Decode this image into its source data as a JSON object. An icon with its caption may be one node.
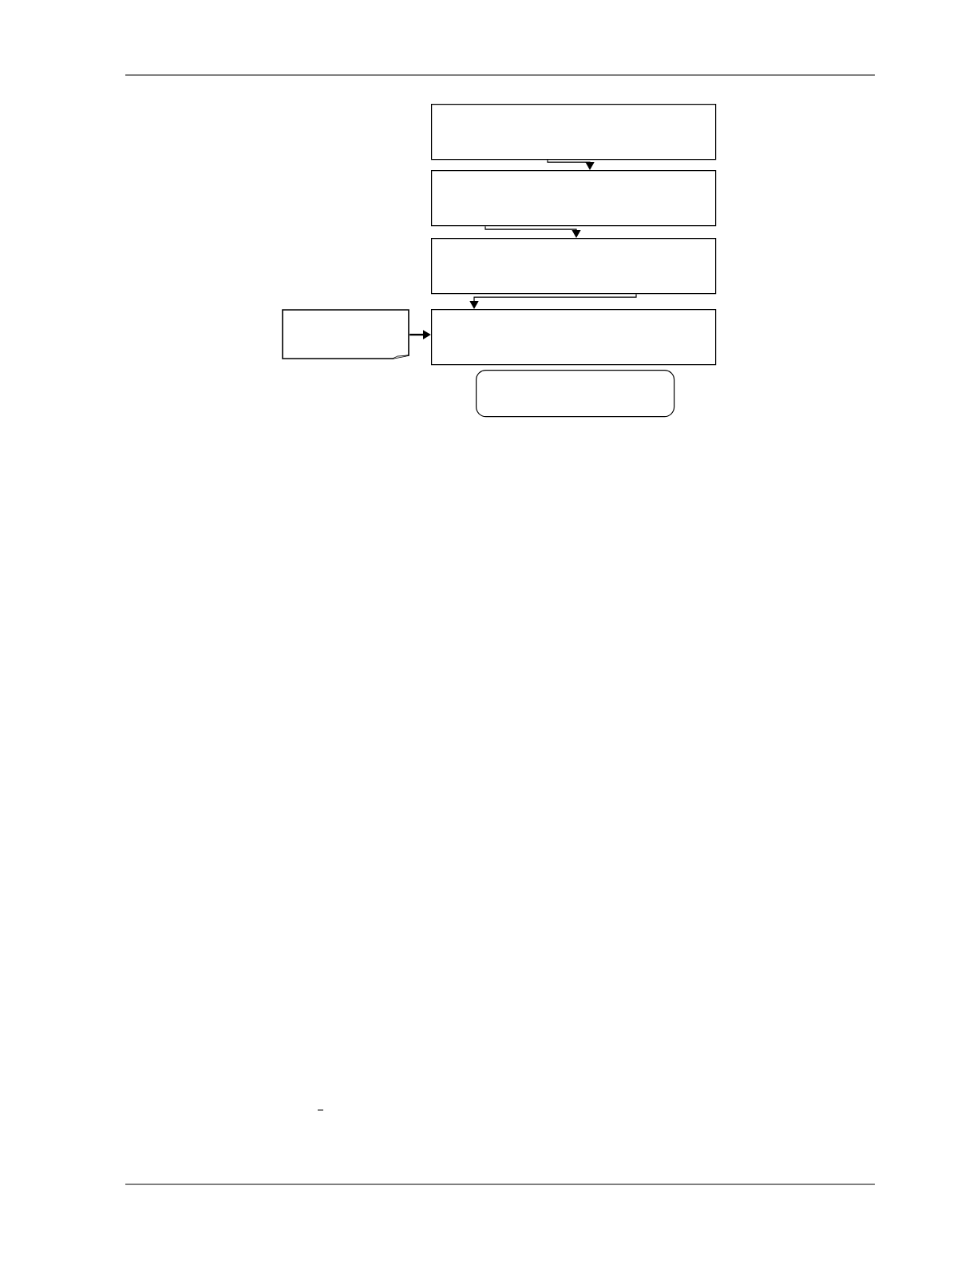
{
  "diagram": {
    "nodes": [
      {
        "text": [],
        "shape": "box"
      },
      {
        "text": [],
        "shape": "box"
      },
      {
        "text": [],
        "shape": "box"
      },
      {
        "text": [],
        "shape": "document"
      },
      {
        "text": [],
        "shape": "box"
      },
      {
        "text": [],
        "shape": "rounded"
      }
    ],
    "edges": [
      {
        "from": 0,
        "to": 1,
        "arrow": "to"
      },
      {
        "from": 1,
        "to": 2,
        "arrow": "to"
      },
      {
        "from": 2,
        "to": 4,
        "arrow": "to"
      },
      {
        "from": 3,
        "to": 4,
        "arrow": "to"
      }
    ]
  }
}
